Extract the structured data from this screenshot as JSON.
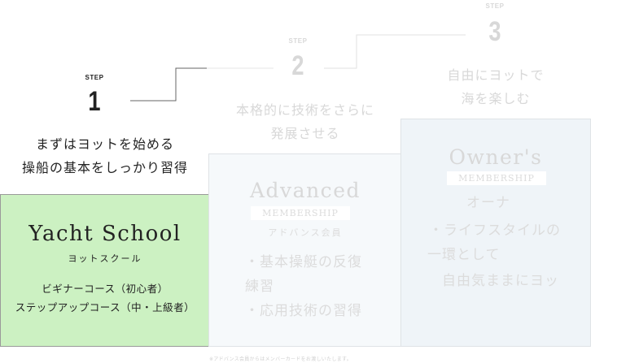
{
  "steps": [
    {
      "label": "STEP",
      "number": "1",
      "desc_line1": "まずはヨットを始める",
      "desc_line2": "操船の基本をしっかり習得"
    },
    {
      "label": "STEP",
      "number": "2",
      "desc_line1": "本格的に技術をさらに",
      "desc_line2": "発展させる"
    },
    {
      "label": "STEP",
      "number": "3",
      "desc_line1": "自由にヨットで",
      "desc_line2": "海を楽しむ"
    }
  ],
  "courses": {
    "school": {
      "title": "Yacht School",
      "kana": "ヨットスクール",
      "lines": [
        "ビギナーコース（初心者）",
        "ステップアップコース（中・上級者）"
      ]
    },
    "advanced": {
      "title": "Advanced",
      "badge": "MEMBERSHIP",
      "kana": "アドバンス会員",
      "features": [
        "・基本操艇の反復",
        "練習",
        "・応用技術の習得"
      ]
    },
    "owner": {
      "title": "Owner's",
      "badge": "MEMBERSHIP",
      "kana": "オーナ",
      "features": [
        "・ライフスタイルの",
        "一環として",
        "自由気ままにヨッ"
      ]
    }
  },
  "footnote": "※アドバンス会員からはメンバーカードをお渡しいたします。",
  "colors": {
    "school_bg": "#ccf1c2",
    "advanced_bg": "#f6f9fb",
    "owner_bg": "#eff4f8",
    "stair_line_active": "#666666",
    "stair_line_faded": "#d5d5d5"
  }
}
